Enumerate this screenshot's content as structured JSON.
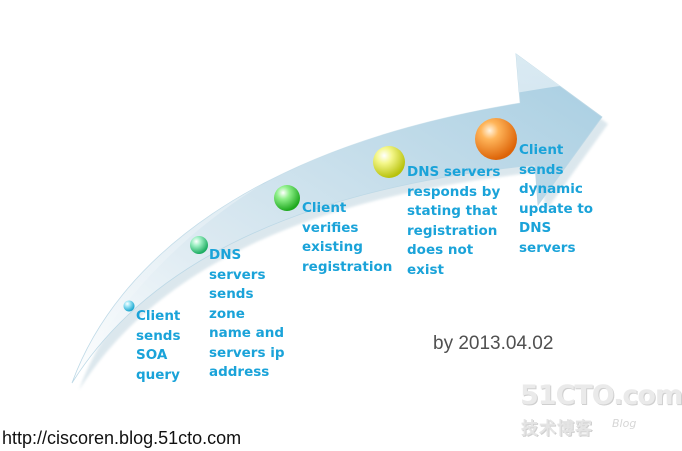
{
  "steps": [
    {
      "text": "Client\nsends\nSOA\nquery",
      "color": "#3ec6e6"
    },
    {
      "text": "DNS\nservers\nsends\nzone\nname and\nservers ip\naddress",
      "color": "#34c874"
    },
    {
      "text": "Client\nverifies\nexisting\nregistration",
      "color": "#2fc12f"
    },
    {
      "text": "DNS servers\nresponds by\nstating that\nregistration\ndoes not\nexist",
      "color": "#d8e020"
    },
    {
      "text": "Client\nsends\ndynamic\nupdate to\nDNS\nservers",
      "color": "#f07f12"
    }
  ],
  "byline": "by 2013.04.02",
  "source_url": "http://ciscoren.blog.51cto.com",
  "watermark": {
    "main": "51CTO.com",
    "sub": "技术博客",
    "blog": "Blog"
  },
  "colors": {
    "text": "#1aa3d9",
    "arrow_light": "#e6f1f7",
    "arrow_dark": "#a9cde0"
  }
}
